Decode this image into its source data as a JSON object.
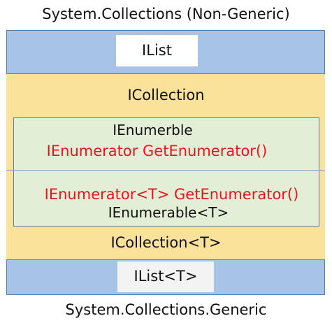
{
  "captions": {
    "top": "System.Collections   (Non-Generic)",
    "bottom": "System.Collections.Generic"
  },
  "layers": {
    "ilist": "IList",
    "icollection": "ICollection",
    "ienumerble": "IEnumerble",
    "get_enumerator": "IEnumerator GetEnumerator()",
    "get_enumerator_generic": "IEnumerator<T> GetEnumerator()",
    "ienumerable_generic": "IEnumerable<T>",
    "icollection_generic": "ICollection<T>",
    "ilist_generic": "IList<T>"
  },
  "colors": {
    "blue_fill": "#a7c4e6",
    "blue_border": "#4f7fb3",
    "yellow_fill": "#fbe29b",
    "green_fill": "#e3eed6",
    "green_border": "#4f7fb3",
    "divider": "#7fa6d2",
    "red": "#e8141e"
  }
}
